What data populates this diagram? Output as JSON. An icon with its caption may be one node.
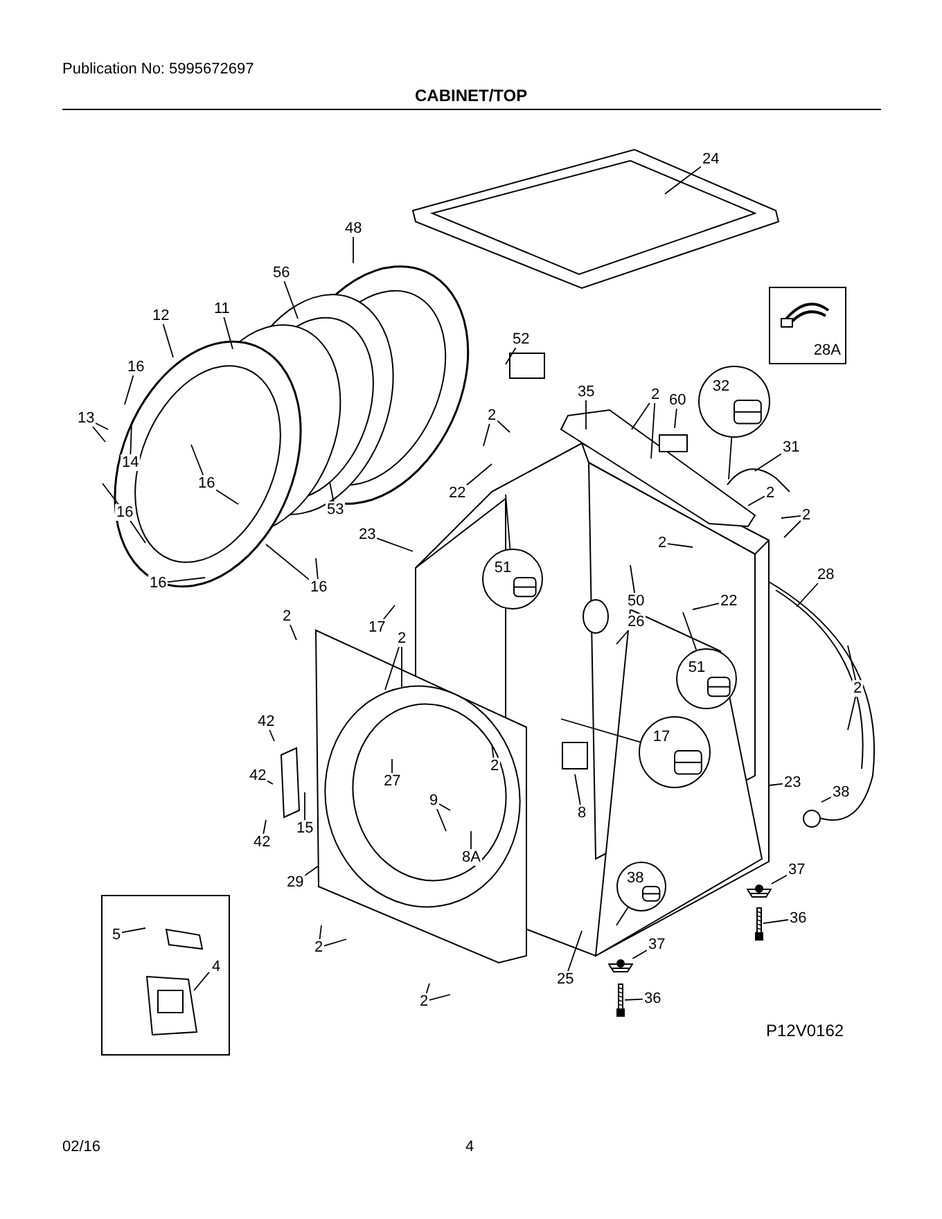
{
  "diagram": {
    "title": "CABINET/TOP",
    "nodes": [
      {
        "text": [
          "24"
        ]
      },
      {
        "text": [
          "48"
        ]
      },
      {
        "text": [
          "56"
        ]
      },
      {
        "text": [
          "12"
        ]
      },
      {
        "text": [
          "11"
        ]
      },
      {
        "text": [
          "16"
        ]
      },
      {
        "text": [
          "13"
        ]
      },
      {
        "text": [
          "14"
        ]
      },
      {
        "text": [
          "16"
        ]
      },
      {
        "text": [
          "16"
        ]
      },
      {
        "text": [
          "16"
        ]
      },
      {
        "text": [
          "16"
        ]
      },
      {
        "text": [
          "52"
        ]
      },
      {
        "text": [
          "2"
        ]
      },
      {
        "text": [
          "22"
        ]
      },
      {
        "text": [
          "23"
        ]
      },
      {
        "text": [
          "53"
        ]
      },
      {
        "text": [
          "35"
        ]
      },
      {
        "text": [
          "2"
        ]
      },
      {
        "text": [
          "60"
        ]
      },
      {
        "text": [
          "32"
        ]
      },
      {
        "text": [
          "28A"
        ]
      },
      {
        "text": [
          "31"
        ]
      },
      {
        "text": [
          "2"
        ]
      },
      {
        "text": [
          "2"
        ]
      },
      {
        "text": [
          "51"
        ]
      },
      {
        "text": [
          "50"
        ]
      },
      {
        "text": [
          "2"
        ]
      },
      {
        "text": [
          "22"
        ]
      },
      {
        "text": [
          "28"
        ]
      },
      {
        "text": [
          "26"
        ]
      },
      {
        "text": [
          "51"
        ]
      },
      {
        "text": [
          "2"
        ]
      },
      {
        "text": [
          "17"
        ]
      },
      {
        "text": [
          "2"
        ]
      },
      {
        "text": [
          "42"
        ]
      },
      {
        "text": [
          "42"
        ]
      },
      {
        "text": [
          "42"
        ]
      },
      {
        "text": [
          "15"
        ]
      },
      {
        "text": [
          "27"
        ]
      },
      {
        "text": [
          "9"
        ]
      },
      {
        "text": [
          "8A"
        ]
      },
      {
        "text": [
          "29"
        ]
      },
      {
        "text": [
          "2"
        ]
      },
      {
        "text": [
          "17"
        ]
      },
      {
        "text": [
          "8"
        ]
      },
      {
        "text": [
          "23"
        ]
      },
      {
        "text": [
          "38"
        ]
      },
      {
        "text": [
          "2"
        ]
      },
      {
        "text": [
          "37"
        ]
      },
      {
        "text": [
          "36"
        ]
      },
      {
        "text": [
          "38"
        ]
      },
      {
        "text": [
          "25"
        ]
      },
      {
        "text": [
          "37"
        ]
      },
      {
        "text": [
          "36"
        ]
      },
      {
        "text": [
          "2"
        ]
      },
      {
        "text": [
          "2"
        ]
      },
      {
        "text": [],
        "shape": "box"
      },
      {
        "text": [
          "5"
        ],
        "in": 57
      },
      {
        "text": [
          "4"
        ],
        "in": 57
      },
      {
        "text": [],
        "shape": "picture"
      },
      {
        "text": [],
        "shape": "picture"
      },
      {
        "text": [],
        "shape": "picture"
      },
      {
        "text": [],
        "shape": "picture"
      }
    ],
    "edges": [
      {
        "from": 0,
        "to": null,
        "arrow": "none"
      },
      {
        "from": 1,
        "to": null,
        "arrow": "none"
      },
      {
        "from": 2,
        "to": null,
        "arrow": "none"
      },
      {
        "from": 3,
        "to": null,
        "arrow": "none"
      },
      {
        "from": 4,
        "to": null,
        "arrow": "none"
      },
      {
        "from": 5,
        "to": null,
        "arrow": "none"
      },
      {
        "from": 6,
        "to": null,
        "arrow": "none"
      },
      {
        "from": 6,
        "to": null,
        "arrow": "none"
      },
      {
        "from": 7,
        "to": null,
        "arrow": "none"
      },
      {
        "from": 8,
        "to": null,
        "arrow": "none"
      },
      {
        "from": 8,
        "to": null,
        "arrow": "none"
      },
      {
        "from": 9,
        "to": null,
        "arrow": "none"
      },
      {
        "from": 9,
        "to": null,
        "arrow": "none"
      },
      {
        "from": 10,
        "to": null,
        "arrow": "none"
      },
      {
        "from": 11,
        "to": null,
        "arrow": "none"
      },
      {
        "from": 11,
        "to": null,
        "arrow": "none"
      },
      {
        "from": 12,
        "to": null,
        "arrow": "none"
      },
      {
        "from": 13,
        "to": null,
        "arrow": "none"
      },
      {
        "from": 13,
        "to": null,
        "arrow": "none"
      },
      {
        "from": 14,
        "to": null,
        "arrow": "none"
      },
      {
        "from": 15,
        "to": null,
        "arrow": "none"
      },
      {
        "from": 16,
        "to": null,
        "arrow": "none"
      },
      {
        "from": 17,
        "to": null,
        "arrow": "none"
      },
      {
        "from": 18,
        "to": null,
        "arrow": "none"
      },
      {
        "from": 18,
        "to": null,
        "arrow": "none"
      },
      {
        "from": 19,
        "to": null,
        "arrow": "none"
      },
      {
        "from": 20,
        "to": null,
        "arrow": "none"
      },
      {
        "from": 22,
        "to": null,
        "arrow": "none"
      },
      {
        "from": 23,
        "to": null,
        "arrow": "none"
      },
      {
        "from": 24,
        "to": null,
        "arrow": "none"
      },
      {
        "from": 24,
        "to": null,
        "arrow": "none"
      },
      {
        "from": 25,
        "to": null,
        "arrow": "none"
      },
      {
        "from": 26,
        "to": null,
        "arrow": "none"
      },
      {
        "from": 27,
        "to": null,
        "arrow": "none"
      },
      {
        "from": 28,
        "to": null,
        "arrow": "none"
      },
      {
        "from": 29,
        "to": null,
        "arrow": "none"
      },
      {
        "from": 30,
        "to": null,
        "arrow": "none"
      },
      {
        "from": 31,
        "to": null,
        "arrow": "none"
      },
      {
        "from": 32,
        "to": null,
        "arrow": "none"
      },
      {
        "from": 33,
        "to": null,
        "arrow": "none"
      },
      {
        "from": 34,
        "to": null,
        "arrow": "none"
      },
      {
        "from": 34,
        "to": null,
        "arrow": "none"
      },
      {
        "from": 35,
        "to": null,
        "arrow": "none"
      },
      {
        "from": 36,
        "to": null,
        "arrow": "none"
      },
      {
        "from": 37,
        "to": null,
        "arrow": "none"
      },
      {
        "from": 38,
        "to": null,
        "arrow": "none"
      },
      {
        "from": 39,
        "to": null,
        "arrow": "none"
      },
      {
        "from": 40,
        "to": null,
        "arrow": "none"
      },
      {
        "from": 40,
        "to": null,
        "arrow": "none"
      },
      {
        "from": 41,
        "to": null,
        "arrow": "none"
      },
      {
        "from": 42,
        "to": null,
        "arrow": "none"
      },
      {
        "from": 43,
        "to": null,
        "arrow": "none"
      },
      {
        "from": 44,
        "to": null,
        "arrow": "none"
      },
      {
        "from": 45,
        "to": null,
        "arrow": "none"
      },
      {
        "from": 46,
        "to": null,
        "arrow": "none"
      },
      {
        "from": 47,
        "to": null,
        "arrow": "none"
      },
      {
        "from": 48,
        "to": null,
        "arrow": "none"
      },
      {
        "from": 48,
        "to": null,
        "arrow": "none"
      },
      {
        "from": 49,
        "to": 60,
        "arrow": "none"
      },
      {
        "from": 50,
        "to": 61,
        "arrow": "none"
      },
      {
        "from": 51,
        "to": null,
        "arrow": "none"
      },
      {
        "from": 52,
        "to": null,
        "arrow": "none"
      },
      {
        "from": 53,
        "to": 62,
        "arrow": "none"
      },
      {
        "from": 54,
        "to": 63,
        "arrow": "none"
      },
      {
        "from": 55,
        "to": null,
        "arrow": "none"
      },
      {
        "from": 55,
        "to": null,
        "arrow": "none"
      },
      {
        "from": 56,
        "to": null,
        "arrow": "none"
      },
      {
        "from": 56,
        "to": null,
        "arrow": "none"
      },
      {
        "from": 58,
        "to": null,
        "arrow": "none"
      },
      {
        "from": 59,
        "to": null,
        "arrow": "none"
      }
    ],
    "labels": [
      "Publication No: 5995672697",
      "P12V0162",
      "02/16",
      "4"
    ]
  }
}
